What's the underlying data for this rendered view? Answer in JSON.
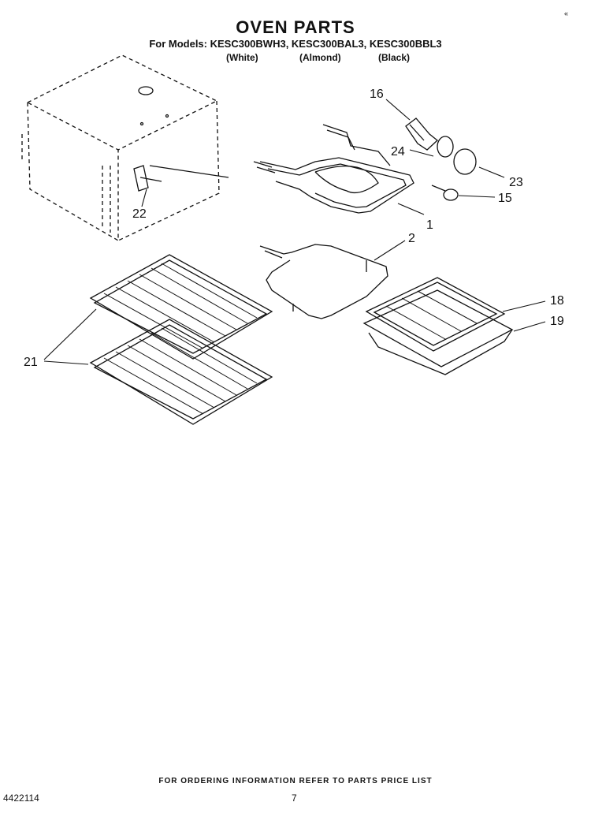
{
  "header": {
    "title": "OVEN PARTS",
    "models": "For Models: KESC300BWH3, KESC300BAL3, KESC300BBL3",
    "colors": [
      "(White)",
      "(Almond)",
      "(Black)"
    ]
  },
  "callouts": [
    "16",
    "24",
    "23",
    "15",
    "1",
    "2",
    "22",
    "18",
    "19",
    "21"
  ],
  "footer": {
    "ordering_note": "FOR ORDERING INFORMATION REFER TO PARTS PRICE LIST",
    "doc_number": "4422114",
    "page_number": "7",
    "corner_mark": "«"
  }
}
